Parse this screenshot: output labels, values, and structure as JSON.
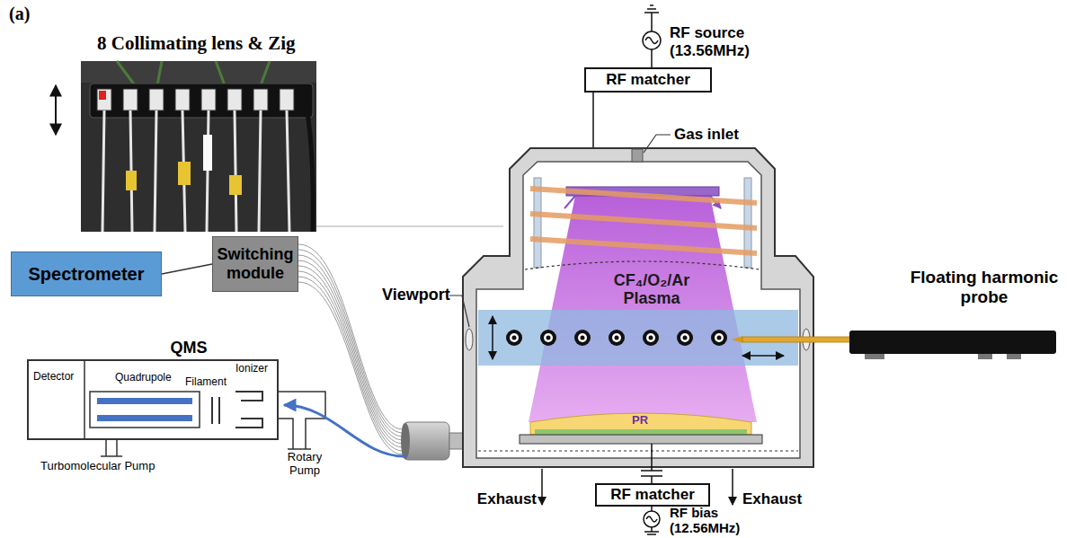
{
  "diagram": {
    "nodes": [
      {
        "text": [
          "Spectrometer"
        ]
      },
      {
        "text": [
          "Switching module"
        ]
      },
      {
        "text": [
          "QMS"
        ]
      },
      {
        "text": [
          "RF matcher"
        ]
      },
      {
        "text": [
          "RF matcher"
        ]
      }
    ],
    "edges": [
      {
        "from": 0,
        "to": 1,
        "arrow": "none"
      }
    ],
    "labels": [
      "(a)",
      "8 Collimating lens & Zig",
      "RF source (13.56MHz)",
      "Gas inlet",
      "Viewport",
      "CF₄/O₂/Ar Plasma",
      "Floating harmonic probe",
      "Detector",
      "Quadrupole",
      "Filament",
      "Ionizer",
      "Turbomolecular Pump",
      "Rotary Pump",
      "PR",
      "Exhaust",
      "Exhaust",
      "RF bias (12.56MHz)"
    ]
  }
}
